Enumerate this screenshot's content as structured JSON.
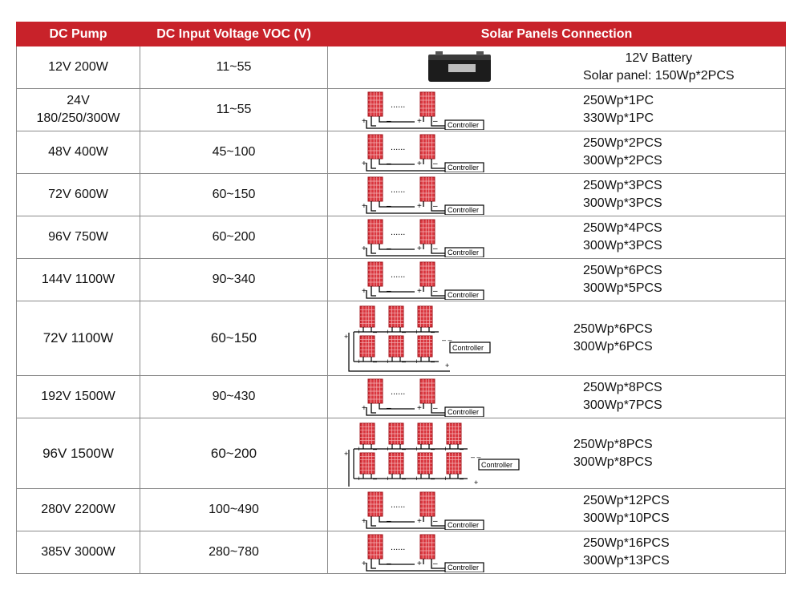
{
  "headers": {
    "pump": "DC Pump",
    "voltage": "DC Input Voltage VOC (V)",
    "connection": "Solar Panels Connection"
  },
  "diagram_text": {
    "controller": "Controller",
    "dots": "......",
    "plus": "+",
    "minus": "–"
  },
  "rows": [
    {
      "pump_lines": [
        "12V 200W"
      ],
      "voltage": "11~55",
      "diagram": "battery",
      "lines": [
        "12V Battery",
        "Solar panel: 150Wp*2PCS"
      ]
    },
    {
      "pump_lines": [
        "24V",
        "180/250/300W"
      ],
      "voltage": "11~55",
      "diagram": "series",
      "lines": [
        "250Wp*1PC",
        "330Wp*1PC"
      ]
    },
    {
      "pump_lines": [
        "48V 400W"
      ],
      "voltage": "45~100",
      "diagram": "series",
      "lines": [
        "250Wp*2PCS",
        "300Wp*2PCS"
      ]
    },
    {
      "pump_lines": [
        "72V 600W"
      ],
      "voltage": "60~150",
      "diagram": "series",
      "lines": [
        "250Wp*3PCS",
        "300Wp*3PCS"
      ]
    },
    {
      "pump_lines": [
        "96V 750W"
      ],
      "voltage": "60~200",
      "diagram": "series",
      "lines": [
        "250Wp*4PCS",
        "300Wp*3PCS"
      ]
    },
    {
      "pump_lines": [
        "144V 1100W"
      ],
      "voltage": "90~340",
      "diagram": "series",
      "lines": [
        "250Wp*6PCS",
        "300Wp*5PCS"
      ]
    },
    {
      "pump_lines": [
        "72V 1100W"
      ],
      "voltage": "60~150",
      "diagram": "parallel3",
      "lines": [
        "250Wp*6PCS",
        "300Wp*6PCS"
      ]
    },
    {
      "pump_lines": [
        "192V 1500W"
      ],
      "voltage": "90~430",
      "diagram": "series",
      "lines": [
        "250Wp*8PCS",
        "300Wp*7PCS"
      ]
    },
    {
      "pump_lines": [
        "96V 1500W"
      ],
      "voltage": "60~200",
      "diagram": "parallel4",
      "lines": [
        "250Wp*8PCS",
        "300Wp*8PCS"
      ]
    },
    {
      "pump_lines": [
        "280V 2200W"
      ],
      "voltage": "100~490",
      "diagram": "series",
      "lines": [
        "250Wp*12PCS",
        "300Wp*10PCS"
      ]
    },
    {
      "pump_lines": [
        "385V 3000W"
      ],
      "voltage": "280~780",
      "diagram": "series",
      "lines": [
        "250Wp*16PCS",
        "300Wp*13PCS"
      ]
    }
  ],
  "colors": {
    "header_bg": "#c8222a",
    "panel_red": "#d9363e",
    "border": "#8a8a8a"
  }
}
